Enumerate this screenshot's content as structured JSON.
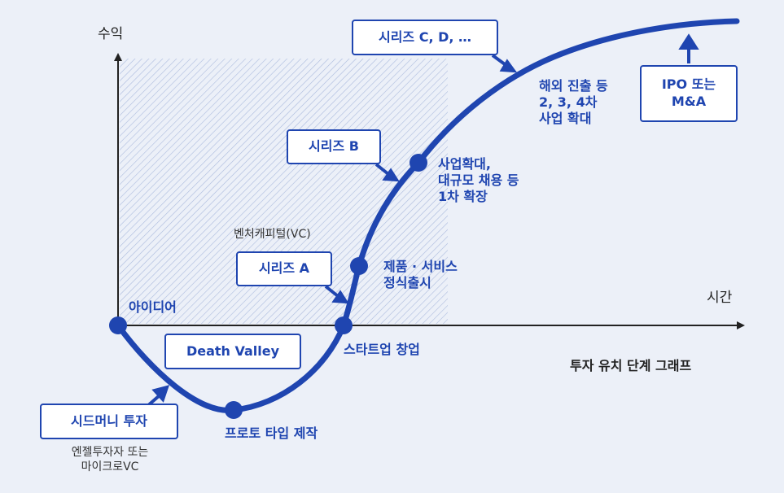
{
  "axes": {
    "y_label": "수익",
    "x_label": "시간"
  },
  "title": "투자 유치 단계 그래프",
  "boxes": {
    "seed": "시드머니 투자",
    "death_valley": "Death Valley",
    "series_a": "시리즈 A",
    "series_b": "시리즈 B",
    "series_cd": "시리즈 C, D, …",
    "ipo_line1": "IPO 또는",
    "ipo_line2": "M&A"
  },
  "points": {
    "idea": "아이디어",
    "prototype": "프로토 타입 제작",
    "startup": "스타트업 창업",
    "launch_line1": "제품 · 서비스",
    "launch_line2": "정식출시",
    "expand_line1": "사업확대,",
    "expand_line2": "대규모 채용 등",
    "expand_line3": "1차 확장",
    "overseas_line1": "해외 진출 등",
    "overseas_line2": "2, 3, 4차",
    "overseas_line3": "사업 확대"
  },
  "notes": {
    "seed_line1": "엔젤투자자 또는",
    "seed_line2": "마이크로VC",
    "vc": "벤처캐피털(VC)"
  },
  "colors": {
    "accent": "#1f45b0",
    "background": "#ecf0f8",
    "hatch": "#9fb0d8"
  }
}
